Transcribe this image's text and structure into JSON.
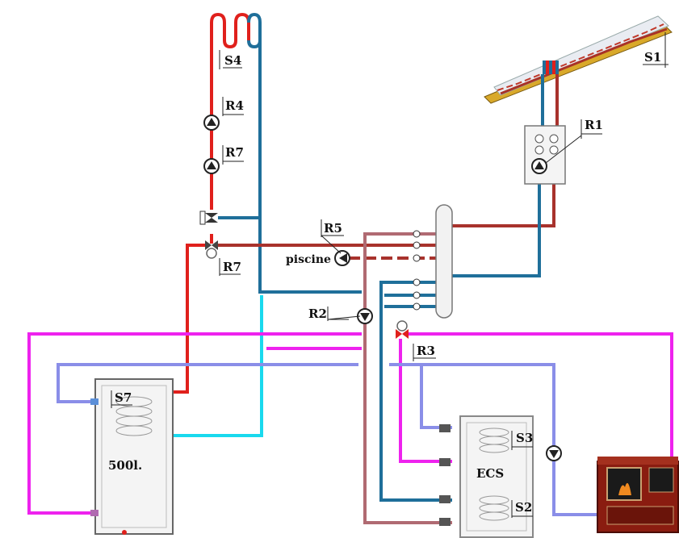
{
  "colors": {
    "hot": "#e0201c",
    "dark_red": "#a8322c",
    "blue": "#1f6f9a",
    "cyan": "#19d9ee",
    "magenta": "#ee22ee",
    "lavender": "#8a8ee8",
    "mauve": "#b06a72"
  },
  "labels": {
    "s1": "S1",
    "s4": "S4",
    "r4": "R4",
    "r7_top": "R7",
    "r1": "R1",
    "r5": "R5",
    "piscine": "piscine",
    "r7_bottom": "R7",
    "r2": "R2",
    "r3": "R3",
    "s7": "S7",
    "tank": "500l.",
    "s3": "S3",
    "ecs": "ECS",
    "s2": "S2"
  }
}
